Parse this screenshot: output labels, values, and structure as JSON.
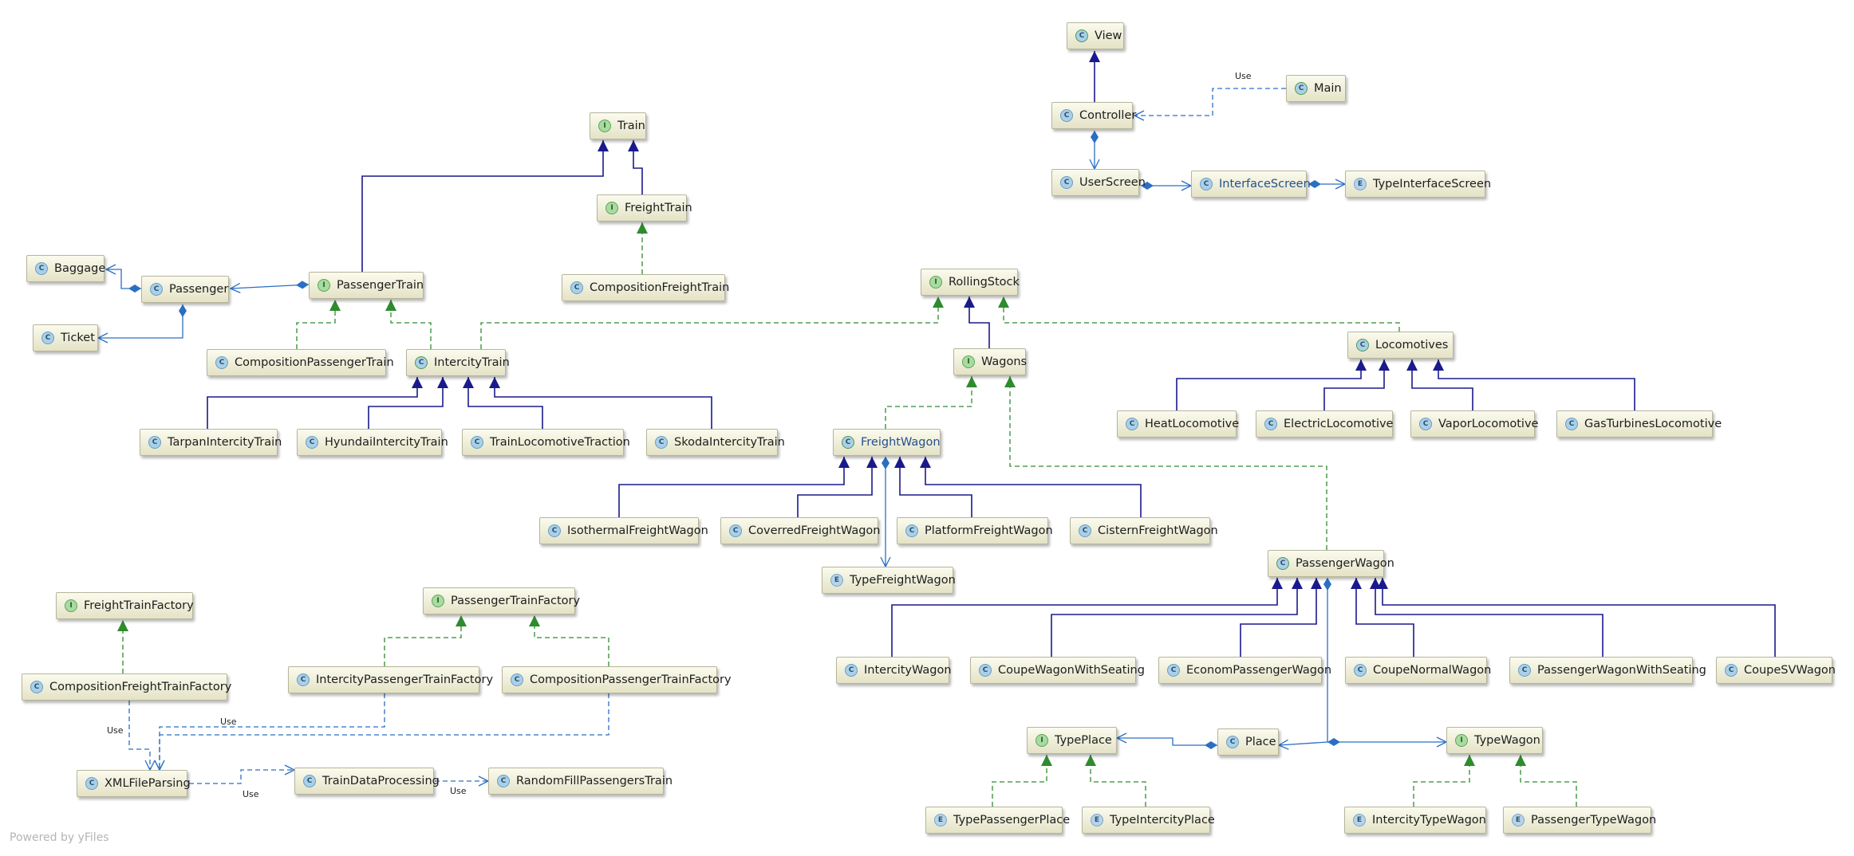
{
  "footer": "Powered by yFiles",
  "nodes": {
    "View": {
      "label": "View",
      "icon": "A"
    },
    "Main": {
      "label": "Main",
      "icon": "M"
    },
    "Controller": {
      "label": "Controller",
      "icon": "C"
    },
    "UserScreen": {
      "label": "UserScreen",
      "icon": "C"
    },
    "InterfaceScreen": {
      "label": "InterfaceScreen",
      "icon": "C"
    },
    "TypeInterfaceScreen": {
      "label": "TypeInterfaceScreen",
      "icon": "E"
    },
    "Train": {
      "label": "Train",
      "icon": "I"
    },
    "FreightTrain": {
      "label": "FreightTrain",
      "icon": "I"
    },
    "CompositionFreightTrain": {
      "label": "CompositionFreightTrain",
      "icon": "C"
    },
    "Baggage": {
      "label": "Baggage",
      "icon": "C"
    },
    "Passenger": {
      "label": "Passenger",
      "icon": "C"
    },
    "Ticket": {
      "label": "Ticket",
      "icon": "C"
    },
    "PassengerTrain": {
      "label": "PassengerTrain",
      "icon": "I"
    },
    "CompositionPassengerTrain": {
      "label": "CompositionPassengerTrain",
      "icon": "C"
    },
    "IntercityTrain": {
      "label": "IntercityTrain",
      "icon": "A"
    },
    "TarpanIntercityTrain": {
      "label": "TarpanIntercityTrain",
      "icon": "C"
    },
    "HyundaiIntercityTrain": {
      "label": "HyundaiIntercityTrain",
      "icon": "C"
    },
    "TrainLocomotiveTraction": {
      "label": "TrainLocomotiveTraction",
      "icon": "C"
    },
    "SkodaIntercityTrain": {
      "label": "SkodaIntercityTrain",
      "icon": "C"
    },
    "RollingStock": {
      "label": "RollingStock",
      "icon": "I"
    },
    "Wagons": {
      "label": "Wagons",
      "icon": "I"
    },
    "Locomotives": {
      "label": "Locomotives",
      "icon": "A"
    },
    "HeatLocomotive": {
      "label": "HeatLocomotive",
      "icon": "C"
    },
    "ElectricLocomotive": {
      "label": "ElectricLocomotive",
      "icon": "C"
    },
    "VaporLocomotive": {
      "label": "VaporLocomotive",
      "icon": "C"
    },
    "GasTurbinesLocomotive": {
      "label": "GasTurbinesLocomotive",
      "icon": "C"
    },
    "FreightWagon": {
      "label": "FreightWagon",
      "icon": "A"
    },
    "IsothermalFreightWagon": {
      "label": "IsothermalFreightWagon",
      "icon": "C"
    },
    "CoverredFreightWagon": {
      "label": "CoverredFreightWagon",
      "icon": "C"
    },
    "PlatformFreightWagon": {
      "label": "PlatformFreightWagon",
      "icon": "C"
    },
    "CisternFreightWagon": {
      "label": "CisternFreightWagon",
      "icon": "C"
    },
    "TypeFreightWagon": {
      "label": "TypeFreightWagon",
      "icon": "E"
    },
    "PassengerWagon": {
      "label": "PassengerWagon",
      "icon": "A"
    },
    "IntercityWagon": {
      "label": "IntercityWagon",
      "icon": "C"
    },
    "CoupeWagonWithSeating": {
      "label": "CoupeWagonWithSeating",
      "icon": "C"
    },
    "EconomPassengerWagon": {
      "label": "EconomPassengerWagon",
      "icon": "C"
    },
    "CoupeNormalWagon": {
      "label": "CoupeNormalWagon",
      "icon": "C"
    },
    "PassengerWagonWithSeating": {
      "label": "PassengerWagonWithSeating",
      "icon": "C"
    },
    "CoupeSVWagon": {
      "label": "CoupeSVWagon",
      "icon": "C"
    },
    "TypePlace": {
      "label": "TypePlace",
      "icon": "I"
    },
    "Place": {
      "label": "Place",
      "icon": "C"
    },
    "TypeWagon": {
      "label": "TypeWagon",
      "icon": "I"
    },
    "TypePassengerPlace": {
      "label": "TypePassengerPlace",
      "icon": "E"
    },
    "TypeIntercityPlace": {
      "label": "TypeIntercityPlace",
      "icon": "E"
    },
    "IntercityTypeWagon": {
      "label": "IntercityTypeWagon",
      "icon": "E"
    },
    "PassengerTypeWagon": {
      "label": "PassengerTypeWagon",
      "icon": "E"
    },
    "FreightTrainFactory": {
      "label": "FreightTrainFactory",
      "icon": "I"
    },
    "PassengerTrainFactory": {
      "label": "PassengerTrainFactory",
      "icon": "I"
    },
    "CompositionFreightTrainFactory": {
      "label": "CompositionFreightTrainFactory",
      "icon": "C"
    },
    "IntercityPassengerTrainFactory": {
      "label": "IntercityPassengerTrainFactory",
      "icon": "C"
    },
    "CompositionPassengerTrainFactory": {
      "label": "CompositionPassengerTrainFactory",
      "icon": "C"
    },
    "XMLFileParsing": {
      "label": "XMLFileParsing",
      "icon": "C"
    },
    "TrainDataProcessing": {
      "label": "TrainDataProcessing",
      "icon": "C"
    },
    "RandomFillPassengersTrain": {
      "label": "RandomFillPassengersTrain",
      "icon": "C"
    }
  },
  "edge_label": "Use",
  "edges": [
    {
      "from": "Controller",
      "to": "View",
      "kind": "extends"
    },
    {
      "from": "Main",
      "to": "Controller",
      "kind": "use",
      "label": "Use"
    },
    {
      "from": "Controller",
      "to": "UserScreen",
      "kind": "composition"
    },
    {
      "from": "UserScreen",
      "to": "InterfaceScreen",
      "kind": "composition"
    },
    {
      "from": "InterfaceScreen",
      "to": "TypeInterfaceScreen",
      "kind": "composition"
    },
    {
      "from": "PassengerTrain",
      "to": "Train",
      "kind": "extends"
    },
    {
      "from": "FreightTrain",
      "to": "Train",
      "kind": "extends"
    },
    {
      "from": "CompositionFreightTrain",
      "to": "FreightTrain",
      "kind": "implements"
    },
    {
      "from": "PassengerTrain",
      "to": "Passenger",
      "kind": "composition"
    },
    {
      "from": "Passenger",
      "to": "Baggage",
      "kind": "composition"
    },
    {
      "from": "Passenger",
      "to": "Ticket",
      "kind": "composition"
    },
    {
      "from": "CompositionPassengerTrain",
      "to": "PassengerTrain",
      "kind": "implements"
    },
    {
      "from": "IntercityTrain",
      "to": "PassengerTrain",
      "kind": "implements"
    },
    {
      "from": "IntercityTrain",
      "to": "RollingStock",
      "kind": "implements"
    },
    {
      "from": "TarpanIntercityTrain",
      "to": "IntercityTrain",
      "kind": "extends"
    },
    {
      "from": "HyundaiIntercityTrain",
      "to": "IntercityTrain",
      "kind": "extends"
    },
    {
      "from": "TrainLocomotiveTraction",
      "to": "IntercityTrain",
      "kind": "extends"
    },
    {
      "from": "SkodaIntercityTrain",
      "to": "IntercityTrain",
      "kind": "extends"
    },
    {
      "from": "Wagons",
      "to": "RollingStock",
      "kind": "extends"
    },
    {
      "from": "Locomotives",
      "to": "RollingStock",
      "kind": "implements"
    },
    {
      "from": "HeatLocomotive",
      "to": "Locomotives",
      "kind": "extends"
    },
    {
      "from": "ElectricLocomotive",
      "to": "Locomotives",
      "kind": "extends"
    },
    {
      "from": "VaporLocomotive",
      "to": "Locomotives",
      "kind": "extends"
    },
    {
      "from": "GasTurbinesLocomotive",
      "to": "Locomotives",
      "kind": "extends"
    },
    {
      "from": "FreightWagon",
      "to": "Wagons",
      "kind": "implements"
    },
    {
      "from": "PassengerWagon",
      "to": "Wagons",
      "kind": "implements"
    },
    {
      "from": "IsothermalFreightWagon",
      "to": "FreightWagon",
      "kind": "extends"
    },
    {
      "from": "CoverredFreightWagon",
      "to": "FreightWagon",
      "kind": "extends"
    },
    {
      "from": "PlatformFreightWagon",
      "to": "FreightWagon",
      "kind": "extends"
    },
    {
      "from": "CisternFreightWagon",
      "to": "FreightWagon",
      "kind": "extends"
    },
    {
      "from": "FreightWagon",
      "to": "TypeFreightWagon",
      "kind": "composition"
    },
    {
      "from": "IntercityWagon",
      "to": "PassengerWagon",
      "kind": "extends"
    },
    {
      "from": "CoupeWagonWithSeating",
      "to": "PassengerWagon",
      "kind": "extends"
    },
    {
      "from": "EconomPassengerWagon",
      "to": "PassengerWagon",
      "kind": "extends"
    },
    {
      "from": "CoupeNormalWagon",
      "to": "PassengerWagon",
      "kind": "extends"
    },
    {
      "from": "PassengerWagonWithSeating",
      "to": "PassengerWagon",
      "kind": "extends"
    },
    {
      "from": "CoupeSVWagon",
      "to": "PassengerWagon",
      "kind": "extends"
    },
    {
      "from": "PassengerWagon",
      "to": "Place",
      "kind": "composition"
    },
    {
      "from": "PassengerWagon",
      "to": "TypeWagon",
      "kind": "composition"
    },
    {
      "from": "Place",
      "to": "TypePlace",
      "kind": "composition"
    },
    {
      "from": "TypePassengerPlace",
      "to": "TypePlace",
      "kind": "implements"
    },
    {
      "from": "TypeIntercityPlace",
      "to": "TypePlace",
      "kind": "implements"
    },
    {
      "from": "IntercityTypeWagon",
      "to": "TypeWagon",
      "kind": "implements"
    },
    {
      "from": "PassengerTypeWagon",
      "to": "TypeWagon",
      "kind": "implements"
    },
    {
      "from": "CompositionFreightTrainFactory",
      "to": "FreightTrainFactory",
      "kind": "implements"
    },
    {
      "from": "IntercityPassengerTrainFactory",
      "to": "PassengerTrainFactory",
      "kind": "implements"
    },
    {
      "from": "CompositionPassengerTrainFactory",
      "to": "PassengerTrainFactory",
      "kind": "implements"
    },
    {
      "from": "CompositionFreightTrainFactory",
      "to": "XMLFileParsing",
      "kind": "use",
      "label": "Use"
    },
    {
      "from": "IntercityPassengerTrainFactory",
      "to": "XMLFileParsing",
      "kind": "use",
      "label": "Use"
    },
    {
      "from": "CompositionPassengerTrainFactory",
      "to": "XMLFileParsing",
      "kind": "use"
    },
    {
      "from": "XMLFileParsing",
      "to": "TrainDataProcessing",
      "kind": "use",
      "label": "Use"
    },
    {
      "from": "TrainDataProcessing",
      "to": "RandomFillPassengersTrain",
      "kind": "use",
      "label": "Use"
    }
  ]
}
